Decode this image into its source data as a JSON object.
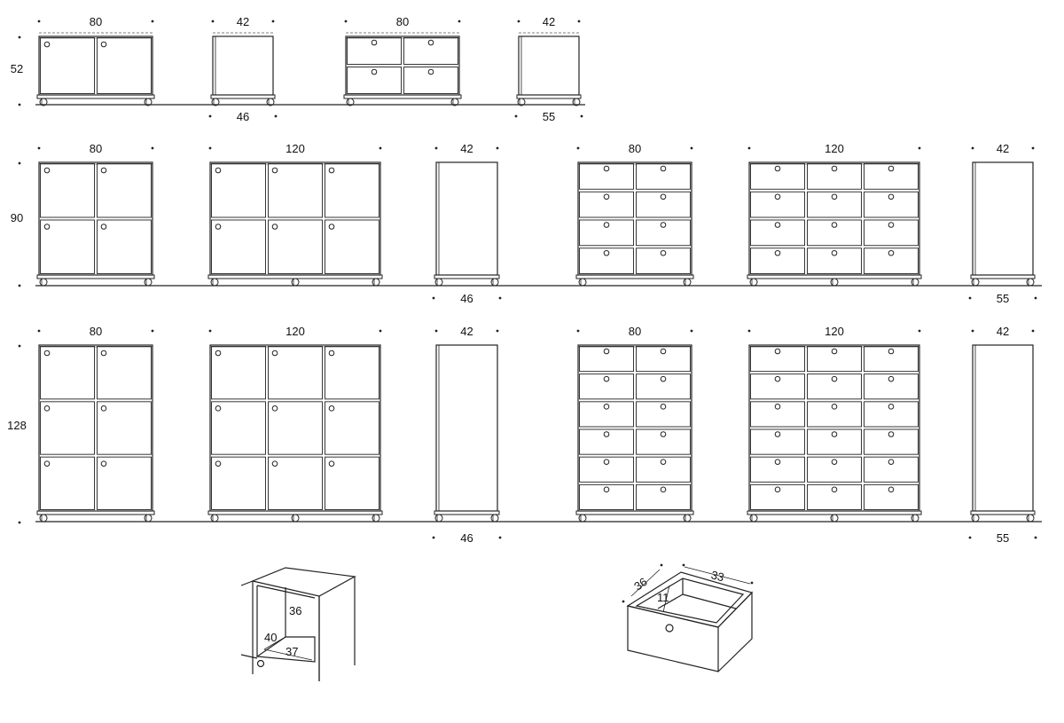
{
  "colors": {
    "stroke": "#222222",
    "background": "#ffffff",
    "dash": "#555555"
  },
  "rows": [
    {
      "height_label": "52",
      "units": [
        {
          "kind": "doors",
          "cols": 2,
          "rows": 1,
          "width_label": "80"
        },
        {
          "kind": "side",
          "width_label": "42",
          "depth_label": "46"
        },
        {
          "kind": "drawers",
          "cols": 2,
          "rows": 2,
          "width_label": "80"
        },
        {
          "kind": "side",
          "width_label": "42",
          "depth_label": "55"
        }
      ]
    },
    {
      "height_label": "90",
      "units": [
        {
          "kind": "doors",
          "cols": 2,
          "rows": 2,
          "width_label": "80"
        },
        {
          "kind": "doors",
          "cols": 3,
          "rows": 2,
          "width_label": "120"
        },
        {
          "kind": "side",
          "width_label": "42",
          "depth_label": "46"
        },
        {
          "kind": "drawers",
          "cols": 2,
          "rows": 4,
          "width_label": "80"
        },
        {
          "kind": "drawers",
          "cols": 3,
          "rows": 4,
          "width_label": "120"
        },
        {
          "kind": "side",
          "width_label": "42",
          "depth_label": "55"
        }
      ]
    },
    {
      "height_label": "128",
      "units": [
        {
          "kind": "doors",
          "cols": 2,
          "rows": 3,
          "width_label": "80"
        },
        {
          "kind": "doors",
          "cols": 3,
          "rows": 3,
          "width_label": "120"
        },
        {
          "kind": "side",
          "width_label": "42",
          "depth_label": "46"
        },
        {
          "kind": "drawers",
          "cols": 2,
          "rows": 6,
          "width_label": "80"
        },
        {
          "kind": "drawers",
          "cols": 3,
          "rows": 6,
          "width_label": "120"
        },
        {
          "kind": "side",
          "width_label": "42",
          "depth_label": "55"
        }
      ]
    }
  ],
  "details": {
    "compartment": {
      "height_label": "36",
      "depth_label": "40",
      "width_label": "37"
    },
    "drawer": {
      "depth_label": "36",
      "width_label": "33",
      "height_label": "11"
    }
  }
}
